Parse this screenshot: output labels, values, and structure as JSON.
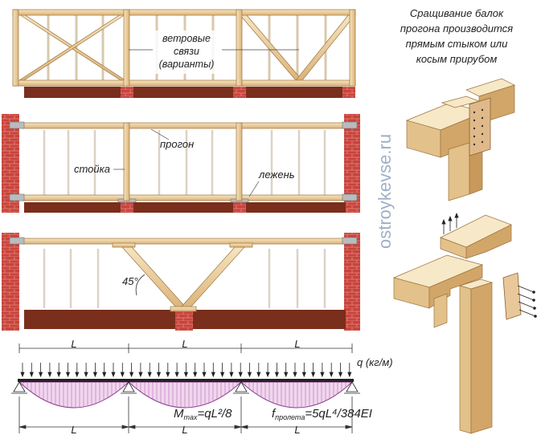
{
  "colors": {
    "wood_light": "#f3dfb6",
    "wood_mid": "#e6c48e",
    "wood_dark": "#c79a5a",
    "wood_edge": "#9c7440",
    "brick": "#c8443c",
    "brick_dark": "#6b2016",
    "foundation": "#7a2e1c",
    "steel": "#b9bcbf",
    "moment_fill": "#f1d6ee",
    "moment_line": "#8a3a8a",
    "text": "#222222",
    "watermark": "#9fb0c8"
  },
  "labels": {
    "wind_bracing_1": "ветровые",
    "wind_bracing_2": "связи",
    "wind_bracing_3": "(варианты)",
    "purlin": "прогон",
    "post": "стойка",
    "sill": "лежень",
    "angle": "45°"
  },
  "title": {
    "line1": "Сращивание балок",
    "line2": "прогона производится",
    "line3": "прямым стыком или",
    "line4": "косым прирубом"
  },
  "watermark": "ostroykevse.ru",
  "beam_diagram": {
    "load_label": "q (кг/м)",
    "span_label": "L",
    "formula_m_main": "M",
    "formula_m_sub": "max",
    "formula_m_rest": "=qL²/8",
    "formula_f_main": "f",
    "formula_f_sub": "пролета",
    "formula_f_rest": "=5qL⁴/384EI"
  }
}
